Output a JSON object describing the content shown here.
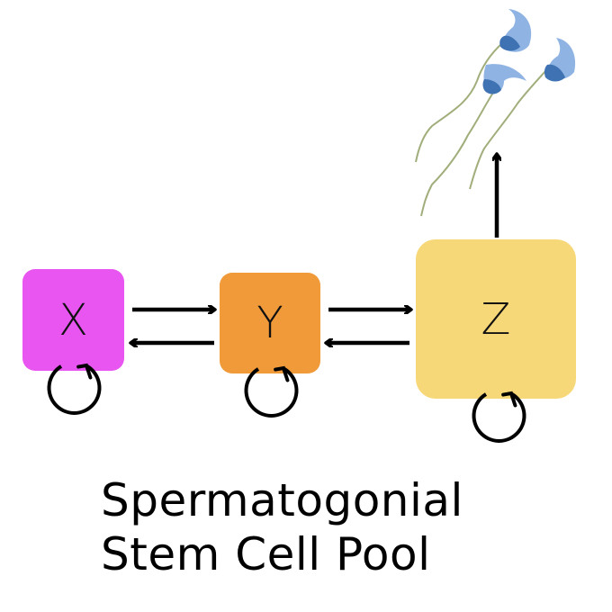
{
  "diagram": {
    "nodes": [
      {
        "id": "X",
        "label": "X",
        "color": "#e855f0",
        "self_renewal": true
      },
      {
        "id": "Y",
        "label": "Y",
        "color": "#f09a3a",
        "self_renewal": true
      },
      {
        "id": "Z",
        "label": "Z",
        "color": "#f7d878",
        "self_renewal": true
      }
    ],
    "edges": [
      {
        "from": "X",
        "to": "Y"
      },
      {
        "from": "Y",
        "to": "X"
      },
      {
        "from": "Y",
        "to": "Z"
      },
      {
        "from": "Z",
        "to": "Y"
      },
      {
        "from": "Z",
        "to": "sperm"
      }
    ],
    "output": {
      "label": "sperm",
      "count": 3,
      "head_color": "#5b8fcf",
      "tail_color": "#8a9a5b"
    },
    "title_line1": "Spermatogonial",
    "title_line2": "Stem Cell Pool"
  }
}
